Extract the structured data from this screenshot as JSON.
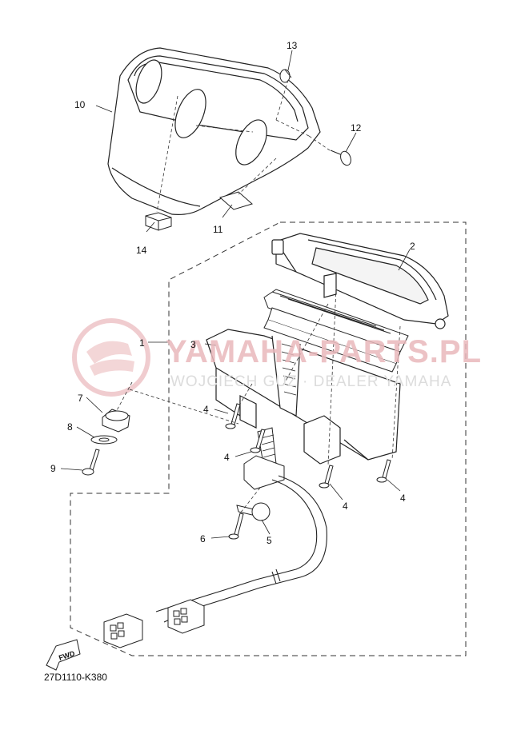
{
  "watermark": {
    "main_text": "YAMAHA-PARTS.PL",
    "sub_text": "WOJCIECH GUZ · DEALER YAMAHA",
    "color": "#e9b8bb"
  },
  "callouts": [
    "1",
    "2",
    "3",
    "4",
    "4",
    "4",
    "4",
    "5",
    "6",
    "7",
    "8",
    "9",
    "10",
    "11",
    "12",
    "13",
    "14"
  ],
  "labels": {
    "n1": "1",
    "n2": "2",
    "n3": "3",
    "n4a": "4",
    "n4b": "4",
    "n4c": "4",
    "n4d": "4",
    "n5": "5",
    "n6": "6",
    "n7": "7",
    "n8": "8",
    "n9": "9",
    "n10": "10",
    "n11": "11",
    "n12": "12",
    "n13": "13",
    "n14": "14"
  },
  "fwd_label": "FWD",
  "diagram_code": "27D1110-K380",
  "icons": [
    "fwd-arrow-icon",
    "yamaha-logo-icon"
  ]
}
